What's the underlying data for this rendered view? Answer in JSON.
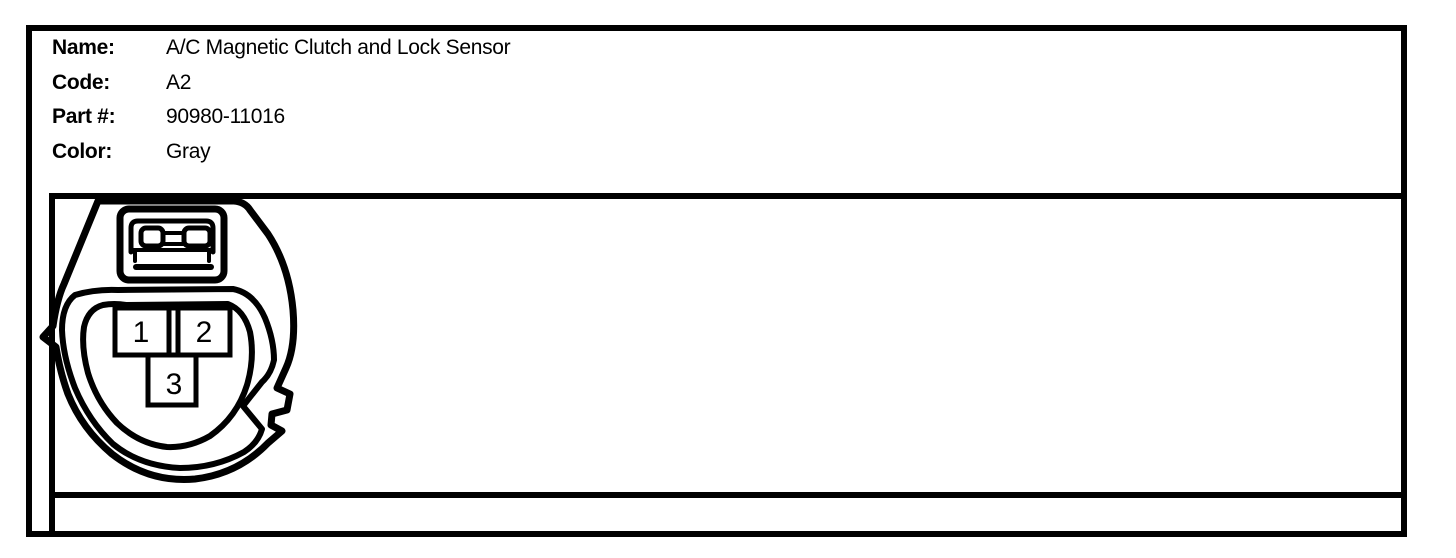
{
  "page": {
    "background_color": "#ffffff",
    "line_color": "#000000"
  },
  "header": {
    "rows": [
      {
        "label": "Name:",
        "value": "A/C Magnetic Clutch and Lock Sensor"
      },
      {
        "label": "Code:",
        "value": "A2"
      },
      {
        "label": "Part #:",
        "value": "90980-11016"
      },
      {
        "label": "Color:",
        "value": "Gray"
      }
    ]
  },
  "connector": {
    "pins": [
      {
        "number": "1"
      },
      {
        "number": "2"
      },
      {
        "number": "3"
      }
    ]
  }
}
